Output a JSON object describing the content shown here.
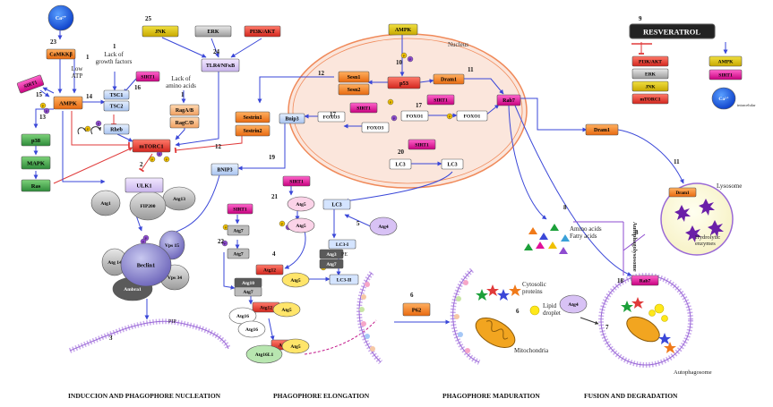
{
  "nodes": {
    "ca": "Ca²⁺",
    "camkk": "CaMKKβ",
    "ampk_left": "AMPK",
    "sirt1_a": "SIRT1",
    "sirt1_b": "SIRT1",
    "p38": "p38",
    "mapk": "MAPK",
    "ras": "Ras",
    "jnk": "JNK",
    "erk": "ERK",
    "pi3k": "PI3K/AKT",
    "tlr4": "TLR4/NFκB",
    "tsc1": "TSC1",
    "tsc2": "TSC2",
    "rheb": "Rheb",
    "mtorc1": "mTORC1",
    "rag_ab": "RagA/B",
    "rag_cd": "RagC/D",
    "ulk1": "ULK1",
    "atg13": "Atg13",
    "atg1": "Atg1",
    "fip200": "FIP200",
    "vps15": "Vps 15",
    "atg14": "Atg 14",
    "beclin1": "Beclin1",
    "ambra1": "Ambra1",
    "vps34": "Vps 34",
    "pip": "PIP",
    "sestrin1": "Sestrin1",
    "sestrin2": "Sestrin2",
    "bnip3": "BNIP3",
    "bnip3_n": "Bnip3",
    "ampk_top": "AMPK",
    "p53": "p53",
    "sesn1": "Sesn1",
    "sesn2": "Sesn2",
    "dram1_n": "Dram1",
    "sirt1_c": "SIRT1",
    "foxo1_a": "FOXO1",
    "foxo1_b": "FOXO1",
    "sirt1_d": "SIRT1",
    "foxo3_a": "FOXO3",
    "foxo3_b": "FOXO3",
    "sirt1_e": "SIRT1",
    "lc3_a": "LC3",
    "lc3_b": "LC3",
    "rab7_n": "Rab7",
    "dram1_out": "Dram1",
    "sirt1_f": "SIRT1",
    "atg5_a": "Atg5",
    "atg5_b": "Atg5",
    "lc3_c": "LC3",
    "atg4_a": "Atg4",
    "lc3_i": "LC3-I",
    "atg3": "Atg3",
    "atg7_b": "Atg7",
    "pe": "PE",
    "lc3_ii": "LC3-II",
    "sirt1_g": "SIRT1",
    "atg7_a": "Atg7",
    "atg7_c": "Atg7",
    "atg12_a": "Atg12",
    "atg5_c": "Atg5",
    "atg10": "Atg10",
    "atg7_d": "Atg7",
    "atg12_b": "Atg12",
    "atg5_d": "Atg5",
    "atg16_a": "Atg16",
    "atg16_b": "Atg16",
    "atg12_c": "Atg12",
    "atg5_e": "Atg5",
    "atg16l1": "Atg16L1",
    "p62": "P62",
    "atg4_b": "Atg4",
    "resveratrol": "RESVERATROL",
    "r_pi3k": "PI3K/AKT",
    "r_erk": "ERK",
    "r_jnk": "JNK",
    "r_mtorc1": "mTORC1",
    "r_ampk": "AMPK",
    "r_sirt1": "SIRT1",
    "r_ca": "Ca²⁺",
    "r_intra": "intracelular",
    "dram1_lys": "Dram1",
    "rab7_auto": "Rab7"
  },
  "labels": {
    "lack_gf_1": "Lack of",
    "lack_gf_2": "growth factors",
    "lack_aa_1": "Lack of",
    "lack_aa_2": "amino acids",
    "low_atp_1": "Low",
    "low_atp_2": "ATP",
    "nucleus": "Nucleus",
    "cytosolic_1": "Cytosolic",
    "cytosolic_2": "proteins",
    "lipid_1": "Lipid",
    "lipid_2": "droplet",
    "mito": "Mitochondria",
    "amino": "Amino acids",
    "fatty": "Fatty acids",
    "lysosome": "Lysosome",
    "hydro_1": "Hydrolytic",
    "hydro_2": "enzymes",
    "autophagosome": "Autophagosome",
    "autophagolysosome": "Autophagolysosome",
    "p_mark": "P"
  },
  "numbers": {
    "n23": "23",
    "n1a": "1",
    "n15": "15",
    "n14": "14",
    "n16": "16",
    "n13": "13",
    "n25": "25",
    "n24": "24",
    "n1b": "1",
    "n1c": "1",
    "n12a": "12",
    "n12b": "12",
    "n2": "2",
    "n3": "3",
    "n19": "19",
    "n10": "10",
    "n11a": "11",
    "n17a": "17",
    "n17b": "17",
    "n20": "20",
    "n21": "21",
    "n22": "22",
    "n5": "5",
    "n4": "4",
    "n6a": "6",
    "n6b": "6",
    "n7": "7",
    "n8a": "8",
    "n8b": "8",
    "n9": "9",
    "n11b": "11",
    "n18": "18"
  },
  "footer": {
    "s1": "INDUCCION AND PHAGOPHORE  NUCLEATION",
    "s2": "PHAGOPHORE ELONGATION",
    "s3": "PHAGOPHORE MADURATION",
    "s4": "FUSION AND DEGRADATION"
  },
  "colors": {
    "orange": "#f07a1a",
    "magenta": "#e0119a",
    "red": "#e3342f",
    "blue_arrow": "#3a47d8",
    "red_arrow": "#e03a3a",
    "nucleus_fill": "#fbe6dc",
    "nucleus_line": "#f08a5a",
    "purple": "#8e4bd0",
    "green": "#2e7d32"
  }
}
